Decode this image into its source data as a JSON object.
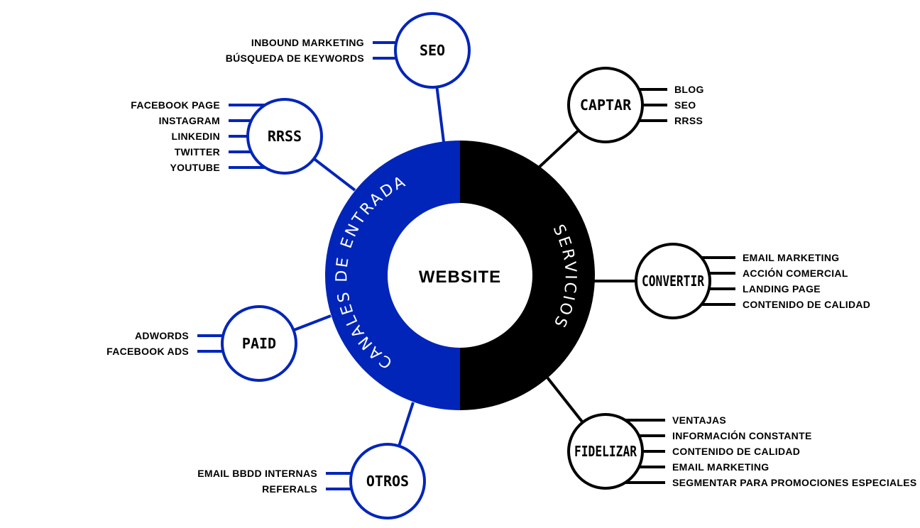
{
  "colors": {
    "blue": "#0025b8",
    "black": "#000000",
    "white": "#ffffff"
  },
  "center": {
    "label": "WEBSITE"
  },
  "ring": {
    "left_label": "CANALES DE ENTRADA",
    "right_label": "SERVICIOS"
  },
  "nodes": [
    {
      "id": "seo",
      "label": "SEO",
      "side": "left",
      "color": "blue",
      "items": [
        "INBOUND MARKETING",
        "BÚSQUEDA DE KEYWORDS"
      ]
    },
    {
      "id": "rrss",
      "label": "RRSS",
      "side": "left",
      "color": "blue",
      "items": [
        "FACEBOOK PAGE",
        "INSTAGRAM",
        "LINKEDIN",
        "TWITTER",
        "YOUTUBE"
      ]
    },
    {
      "id": "paid",
      "label": "PAID",
      "side": "left",
      "color": "blue",
      "items": [
        "ADWORDS",
        "FACEBOOK ADS"
      ]
    },
    {
      "id": "otros",
      "label": "OTROS",
      "side": "left",
      "color": "blue",
      "items": [
        "EMAIL BBDD INTERNAS",
        "REFERALS"
      ]
    },
    {
      "id": "captar",
      "label": "CAPTAR",
      "side": "right",
      "color": "black",
      "items": [
        "BLOG",
        "SEO",
        "RRSS"
      ]
    },
    {
      "id": "convertir",
      "label": "CONVERTIR",
      "side": "right",
      "color": "black",
      "items": [
        "EMAIL MARKETING",
        "ACCIÓN COMERCIAL",
        "LANDING PAGE",
        "CONTENIDO DE CALIDAD"
      ]
    },
    {
      "id": "fidelizar",
      "label": "FIDELIZAR",
      "side": "right",
      "color": "black",
      "items": [
        "VENTAJAS",
        "INFORMACIÓN CONSTANTE",
        "CONTENIDO DE CALIDAD",
        "EMAIL MARKETING",
        "SEGMENTAR PARA PROMOCIONES ESPECIALES"
      ]
    }
  ]
}
